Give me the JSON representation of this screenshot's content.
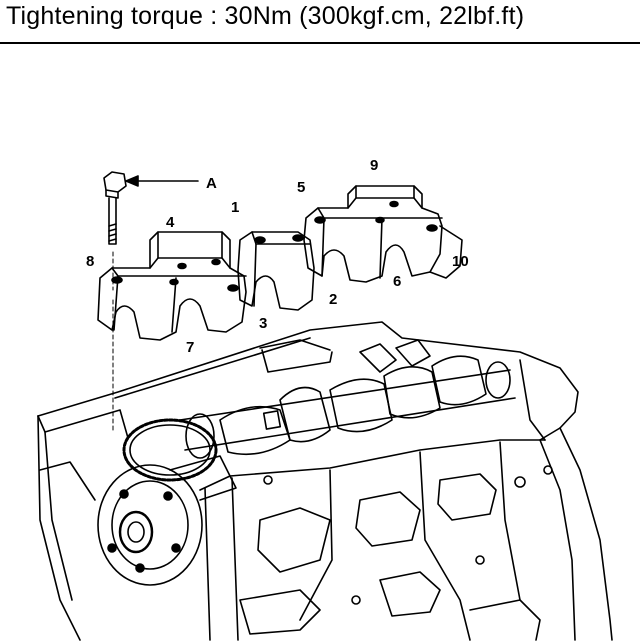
{
  "header": {
    "title": "Tightening torque : 30Nm (300kgf.cm, 22lbf.ft)"
  },
  "diagram": {
    "callouts": {
      "bolt_label": "A",
      "n1": "1",
      "n2": "2",
      "n3": "3",
      "n4": "4",
      "n5": "5",
      "n6": "6",
      "n7": "7",
      "n8": "8",
      "n9": "9",
      "n10": "10"
    }
  }
}
